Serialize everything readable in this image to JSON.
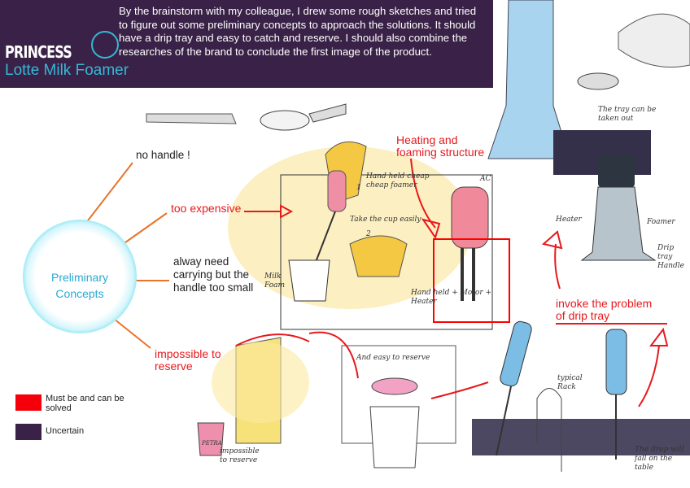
{
  "header": {
    "brand": "PRINCESS",
    "product": "Lotte Milk Foamer",
    "intro": "By the brainstorm with my colleague, I drew some rough sketches and tried to figure out some preliminary concepts to approach the solutions. It should have a drip tray and easy to catch and reserve. I should also combine the researches of the brand to conclude the first image of the product."
  },
  "mindmap": {
    "center": "Preliminary Concepts",
    "branches": [
      {
        "label": "no handle !",
        "color": "#222222"
      },
      {
        "label": "too expensive",
        "color": "#e8181c"
      },
      {
        "label": "alway need carrying but the handle too small",
        "color": "#222222"
      },
      {
        "label": "impossible to reserve",
        "color": "#e8181c"
      }
    ]
  },
  "annotations": {
    "heating": "Heating and foaming structure",
    "drip": "invoke the problem of drip tray"
  },
  "sketch_notes": {
    "handheld": "Hand held cheap cheap foamer",
    "step1": "1",
    "take_cup": "Take the cup easily",
    "step2": "2",
    "milk_foam": "Milk Foam",
    "ac": "AC",
    "motor": "Hand held + Motor + Heater",
    "tray_out": "The tray can be taken out",
    "heater": "Heater",
    "foamer": "Foamer",
    "drip_handle": "Drip tray Handle",
    "reserve": "And easy to reserve",
    "petra": "PETRA",
    "impossible": "impossible to reserve",
    "rack": "typical Rack",
    "drop": "The drop will fall on the table"
  },
  "legend": [
    {
      "label": "Must be and can be solved",
      "color": "#f5000a"
    },
    {
      "label": "Uncertain",
      "color": "#3a2147"
    }
  ]
}
